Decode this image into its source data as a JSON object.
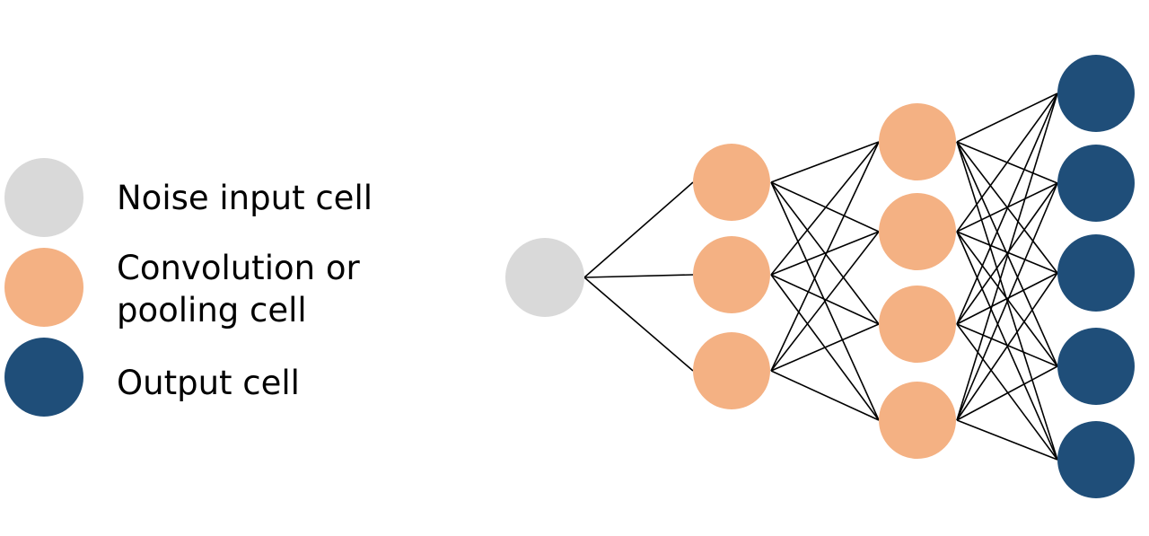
{
  "colors": {
    "noise_input": "#d9d9d9",
    "convolution": "#f4b183",
    "output": "#1f4e79",
    "edge": "#000000"
  },
  "legend": [
    {
      "label": "Noise input cell",
      "type": "noise_input"
    },
    {
      "label": "Convolution or\npooling cell",
      "type": "convolution"
    },
    {
      "label": "Output cell",
      "type": "output"
    }
  ],
  "network": {
    "layers": [
      {
        "name": "input",
        "type": "noise_input",
        "count": 1
      },
      {
        "name": "conv-1",
        "type": "convolution",
        "count": 3
      },
      {
        "name": "conv-2",
        "type": "convolution",
        "count": 4
      },
      {
        "name": "output",
        "type": "output",
        "count": 5
      }
    ],
    "connectivity": "fully-connected between consecutive layers"
  }
}
